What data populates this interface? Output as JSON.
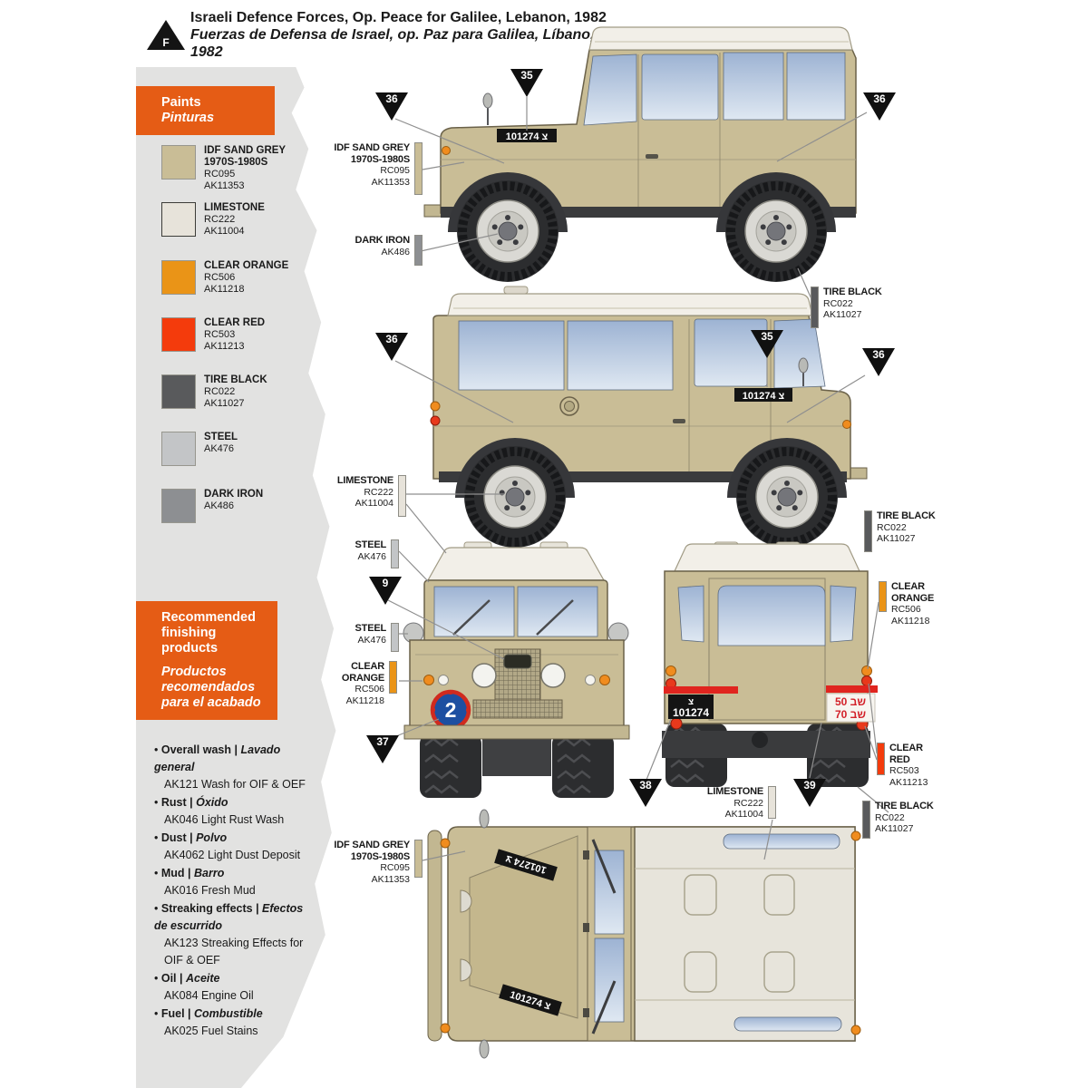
{
  "header": {
    "marker_letter": "F",
    "title_en": "Israeli Defence Forces, Op. Peace for Galilee, Lebanon, 1982",
    "title_es_line1": "Fuerzas de Defensa de Israel, op. Paz para Galilea, Líbano,",
    "title_es_line2": "1982"
  },
  "swatches": {
    "sand": "#c9bd96",
    "limestone": "#e7e3da",
    "orange": "#ea9417",
    "red": "#f43b0c",
    "tire": "#595a5c",
    "steel": "#c3c5c7",
    "iron": "#8d8f92"
  },
  "paints_panel": {
    "title_en": "Paints",
    "title_es": "Pinturas",
    "items": [
      {
        "name": "IDF SAND GREY 1970S-1980S",
        "code1": "RC095",
        "code2": "AK11353"
      },
      {
        "name": "LIMESTONE",
        "code1": "RC222",
        "code2": "AK11004"
      },
      {
        "name": "CLEAR ORANGE",
        "code1": "RC506",
        "code2": "AK11218"
      },
      {
        "name": "CLEAR RED",
        "code1": "RC503",
        "code2": "AK11213"
      },
      {
        "name": "TIRE BLACK",
        "code1": "RC022",
        "code2": "AK11027"
      },
      {
        "name": "STEEL",
        "code1": "AK476"
      },
      {
        "name": "DARK IRON",
        "code1": "AK486"
      }
    ]
  },
  "finishing": {
    "title_en": "Recommended finishing products",
    "title_es": "Productos recomendados para el acabado",
    "items": [
      {
        "en": "Overall wash",
        "es": "Lavado general",
        "product": "AK121 Wash for OIF & OEF"
      },
      {
        "en": "Rust",
        "es": "Óxido",
        "product": "AK046 Light Rust Wash"
      },
      {
        "en": "Dust",
        "es": "Polvo",
        "product": "AK4062 Light Dust Deposit"
      },
      {
        "en": "Mud",
        "es": "Barro",
        "product": "AK016 Fresh Mud"
      },
      {
        "en": "Streaking effects",
        "es": "Efectos de escurrido",
        "product": "AK123 Streaking Effects for OIF & OEF"
      },
      {
        "en": "Oil",
        "es": "Aceite",
        "product": "AK084 Engine Oil"
      },
      {
        "en": "Fuel",
        "es": "Combustible",
        "product": "AK025 Fuel Stains"
      }
    ]
  },
  "callout_labels": {
    "sand2": {
      "l1": "IDF SAND GREY",
      "l2": "1970S-1980S",
      "c1": "RC095",
      "c2": "AK11353"
    },
    "limestone": {
      "l1": "LIMESTONE",
      "c1": "RC222",
      "c2": "AK11004"
    },
    "clear_orange": {
      "l1": "CLEAR",
      "l2": "ORANGE",
      "c1": "RC506",
      "c2": "AK11218"
    },
    "clear_red": {
      "l1": "CLEAR",
      "l2": "RED",
      "c1": "RC503",
      "c2": "AK11213"
    },
    "tire_black": {
      "l1": "TIRE BLACK",
      "c1": "RC022",
      "c2": "AK11027"
    },
    "steel": {
      "l1": "STEEL",
      "c1": "AK476"
    },
    "dark_iron": {
      "l1": "DARK IRON",
      "c1": "AK486"
    }
  },
  "triangle_refs": {
    "n9": "9",
    "n35": "35",
    "n36": "36",
    "n37": "37",
    "n38": "38",
    "n39": "39"
  },
  "decals": {
    "hood_plate": "101274 צ",
    "rear_plate_top": "צ",
    "rear_plate_bottom": "101274",
    "rear_right_plate_line1": "שב 50",
    "rear_right_plate_line2": "שב 70",
    "front_roundel": "2"
  }
}
